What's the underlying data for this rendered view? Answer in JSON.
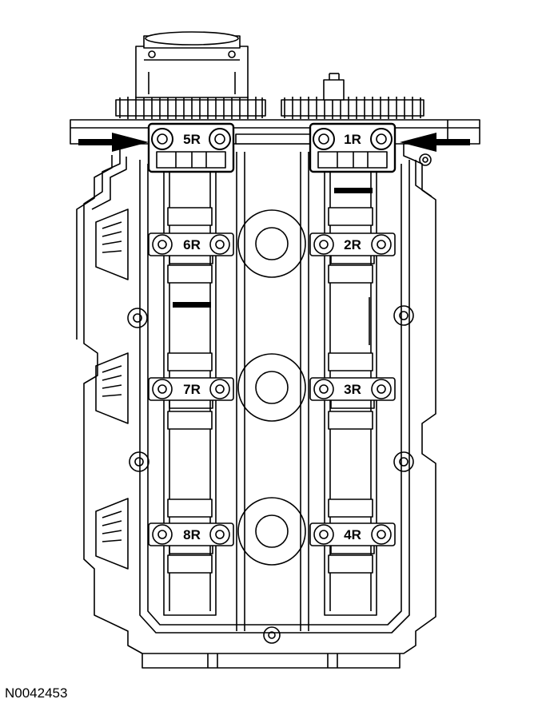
{
  "figure_id": "N0042453",
  "caps": {
    "c5R": "5R",
    "c1R": "1R",
    "c6R": "6R",
    "c2R": "2R",
    "c7R": "7R",
    "c3R": "3R",
    "c8R": "8R",
    "c4R": "4R"
  },
  "colors": {
    "line": "#000000",
    "fill": "#ffffff"
  }
}
